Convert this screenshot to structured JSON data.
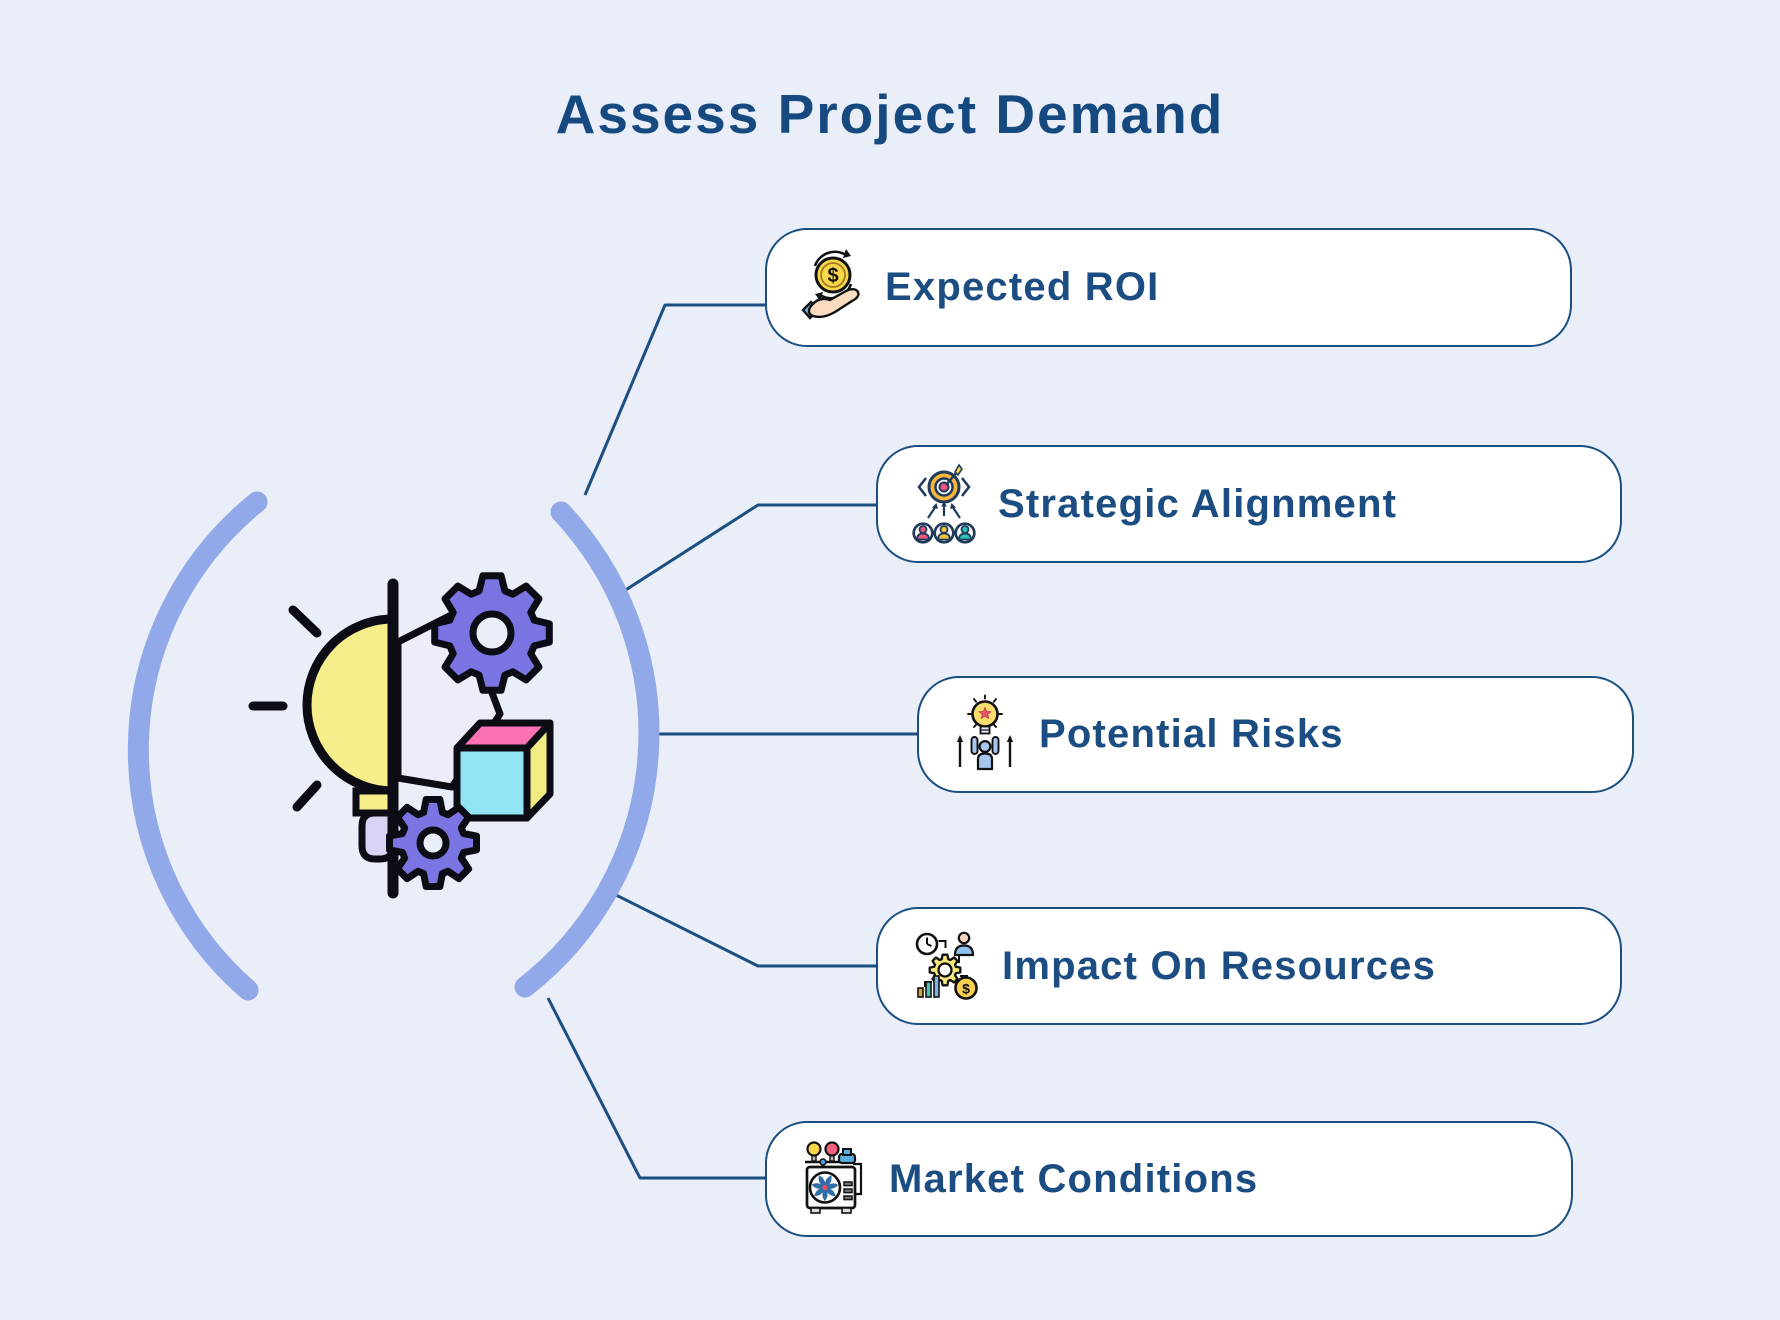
{
  "title": "Assess Project Demand",
  "items": [
    {
      "label": "Expected ROI",
      "icon": "money-return-hand-icon"
    },
    {
      "label": "Strategic Alignment",
      "icon": "target-team-icon"
    },
    {
      "label": "Potential Risks",
      "icon": "person-idea-arrows-icon"
    },
    {
      "label": "Impact On Resources",
      "icon": "clock-gear-person-money-icon"
    },
    {
      "label": "Market Conditions",
      "icon": "compressor-gauges-icon"
    }
  ],
  "colors": {
    "background": "#e9eef9",
    "box_fill": "#ffffff",
    "box_border": "#1b4f82",
    "label_text": "#1b4d82",
    "title_text": "#15497f",
    "arc": "#91a9e8",
    "connector": "#1b4f82",
    "bulb_yellow": "#f6ee8a",
    "gear_purple": "#7b74e3",
    "cube_cyan": "#92e5f5",
    "cube_pink": "#fa71b4",
    "cube_yellow": "#f2eb82"
  }
}
